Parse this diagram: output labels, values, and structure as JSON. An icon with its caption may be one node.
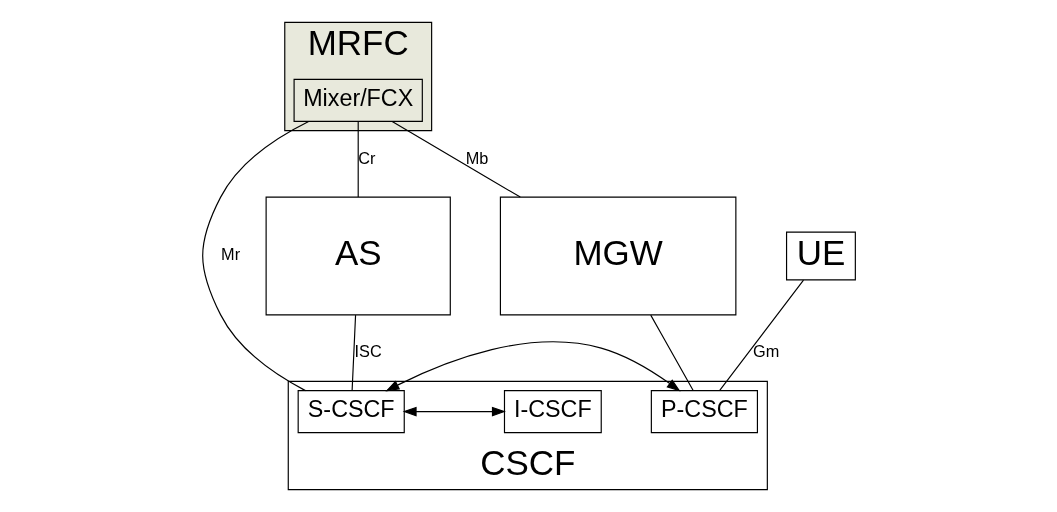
{
  "diagram": {
    "nodes": [
      {
        "text": [
          "MRFC"
        ]
      },
      {
        "text": [
          "Mixer/FCX"
        ],
        "in": 0
      },
      {
        "text": [
          "AS"
        ]
      },
      {
        "text": [
          "MGW"
        ]
      },
      {
        "text": [
          "CSCF"
        ]
      },
      {
        "text": [
          "P-CSCF"
        ],
        "in": 4
      },
      {
        "text": [
          "S-CSCF"
        ],
        "in": 4
      },
      {
        "text": [
          "I-CSCF"
        ],
        "in": 4
      },
      {
        "text": [
          "UE"
        ]
      }
    ],
    "edges": [
      {
        "from": 1,
        "to": 3,
        "arrow": "none",
        "label": "Mb"
      },
      {
        "from": 1,
        "to": 2,
        "arrow": "none",
        "label": "Cr"
      },
      {
        "from": 1,
        "to": 6,
        "arrow": "none",
        "label": "Mr"
      },
      {
        "from": 2,
        "to": 6,
        "arrow": "none",
        "label": "ISC"
      },
      {
        "from": 3,
        "to": 5,
        "arrow": "none"
      },
      {
        "from": 8,
        "to": 5,
        "arrow": "none",
        "label": "Gm"
      },
      {
        "from": 5,
        "to": 6,
        "arrow": "both"
      },
      {
        "from": 6,
        "to": 7,
        "arrow": "both"
      }
    ]
  }
}
